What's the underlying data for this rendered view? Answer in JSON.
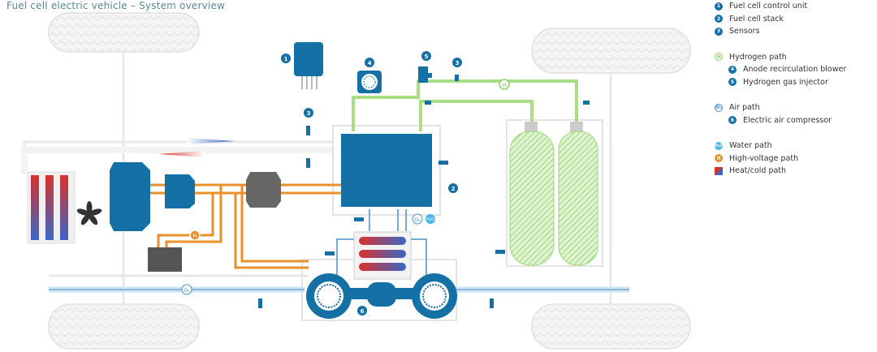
{
  "title": "Fuel cell electric vehicle – System overview",
  "legend": {
    "components": [
      {
        "num": "1",
        "label": "Fuel cell control unit"
      },
      {
        "num": "2",
        "label": "Fuel cell stack"
      },
      {
        "num": "3",
        "label": "Sensors"
      }
    ],
    "hydrogen": {
      "badge": "H",
      "label": "Hydrogen path",
      "items": [
        {
          "num": "4",
          "label": "Anode recirculation blower"
        },
        {
          "num": "5",
          "label": "Hydrogen gas injector"
        }
      ]
    },
    "air": {
      "badge": "O₂",
      "label": "Air path",
      "items": [
        {
          "num": "6",
          "label": "Electric air compressor"
        }
      ]
    },
    "water": {
      "badge": "H₂O",
      "label": "Water path"
    },
    "hv": {
      "badge": "H",
      "label": "High-voltage path"
    },
    "heat": {
      "label": "Heat/cold path"
    }
  },
  "diagram_labels": {
    "ecu": "1",
    "stack": "2",
    "sensor_top": "3",
    "sensor_left": "3",
    "blower": "4",
    "injector": "5",
    "compressor": "6",
    "hydrogen_badge": "H",
    "hv_badge": "H",
    "air_badge": "O₂",
    "air_badge2": "O₂",
    "water_badge": "H₂O"
  },
  "colors": {
    "component_blue": "#1570a6",
    "hydrogen_green": "#8fd16a",
    "hv_orange": "#e8912a",
    "air_blue": "#4a90c8",
    "water_cyan": "#47b6e6",
    "heat_red": "#d9322b",
    "frame_gray": "#e6e6e6"
  }
}
